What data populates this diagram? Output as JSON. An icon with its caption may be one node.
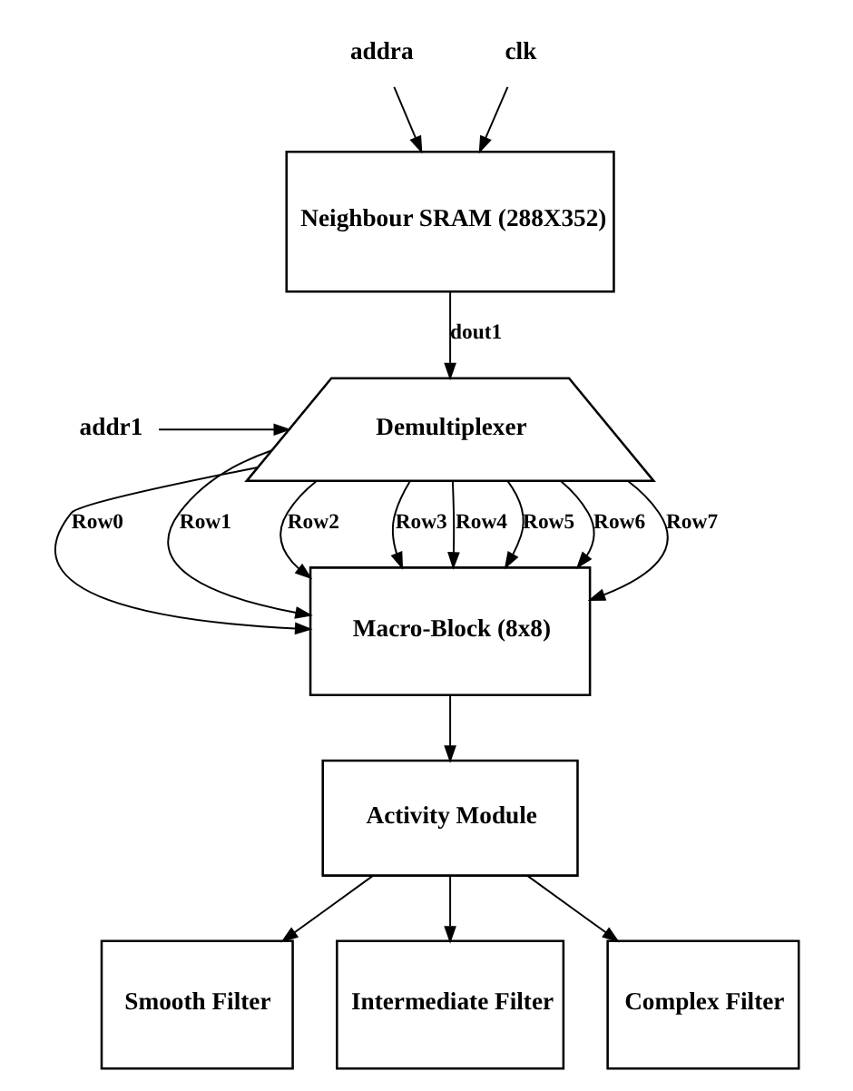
{
  "diagram": {
    "nodes": [
      {
        "text": [
          "addra"
        ]
      },
      {
        "text": [
          "clk"
        ]
      },
      {
        "text": [
          "Neighbour SRAM (288X352)"
        ]
      },
      {
        "text": [
          "addr1"
        ]
      },
      {
        "text": [
          "Demultiplexer"
        ]
      },
      {
        "text": [
          "Macro-Block (8x8)"
        ]
      },
      {
        "text": [
          "Activity Module"
        ]
      },
      {
        "text": [
          "Smooth Filter"
        ]
      },
      {
        "text": [
          "Intermediate Filter"
        ]
      },
      {
        "text": [
          "Complex Filter"
        ]
      }
    ],
    "edges": [
      {
        "from": 0,
        "to": 2,
        "arrow": "to"
      },
      {
        "from": 1,
        "to": 2,
        "arrow": "to"
      },
      {
        "from": 2,
        "to": 4,
        "arrow": "to",
        "label": "dout1"
      },
      {
        "from": 3,
        "to": 4,
        "arrow": "to"
      },
      {
        "from": 4,
        "to": 5,
        "arrow": "to",
        "label": "Row0"
      },
      {
        "from": 4,
        "to": 5,
        "arrow": "to",
        "label": "Row1"
      },
      {
        "from": 4,
        "to": 5,
        "arrow": "to",
        "label": "Row2"
      },
      {
        "from": 4,
        "to": 5,
        "arrow": "to",
        "label": "Row3"
      },
      {
        "from": 4,
        "to": 5,
        "arrow": "to",
        "label": "Row4"
      },
      {
        "from": 4,
        "to": 5,
        "arrow": "to",
        "label": "Row5"
      },
      {
        "from": 4,
        "to": 5,
        "arrow": "to",
        "label": "Row6"
      },
      {
        "from": 4,
        "to": 5,
        "arrow": "to",
        "label": "Row7"
      },
      {
        "from": 5,
        "to": 6,
        "arrow": "to"
      },
      {
        "from": 6,
        "to": 7,
        "arrow": "to"
      },
      {
        "from": 6,
        "to": 8,
        "arrow": "to"
      },
      {
        "from": 6,
        "to": 9,
        "arrow": "to"
      }
    ]
  }
}
